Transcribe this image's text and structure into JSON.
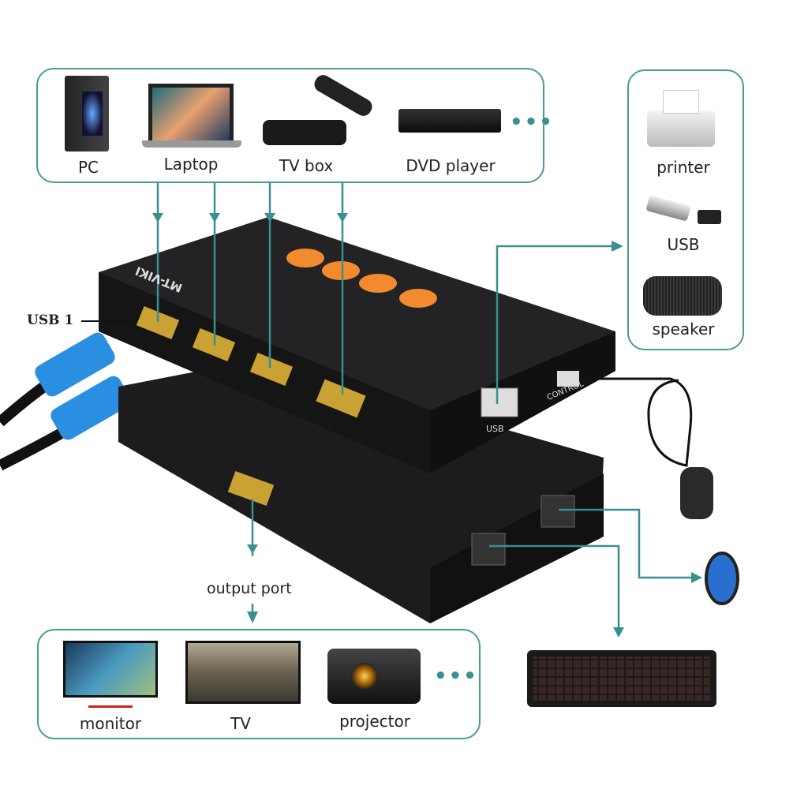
{
  "inputs": {
    "items": [
      {
        "label": "PC"
      },
      {
        "label": "Laptop"
      },
      {
        "label": "TV box"
      },
      {
        "label": "DVD player"
      }
    ],
    "more": "•••"
  },
  "peripherals": {
    "items": [
      {
        "label": "printer"
      },
      {
        "label": "USB"
      },
      {
        "label": "speaker"
      }
    ]
  },
  "outputs": {
    "items": [
      {
        "label": "monitor"
      },
      {
        "label": "TV"
      },
      {
        "label": "projector"
      }
    ],
    "more": "•••"
  },
  "device": {
    "brand": "MT-VIKI",
    "usb_port_label": "USB",
    "control_port_label": "CONTROL",
    "usb1_callout": "USB 1",
    "output_label": "output port"
  },
  "colors": {
    "accent": "#3a8f8f",
    "button": "#f28a2e",
    "device": "#1c1c1e",
    "hdmi_blue": "#2a8fe0"
  }
}
